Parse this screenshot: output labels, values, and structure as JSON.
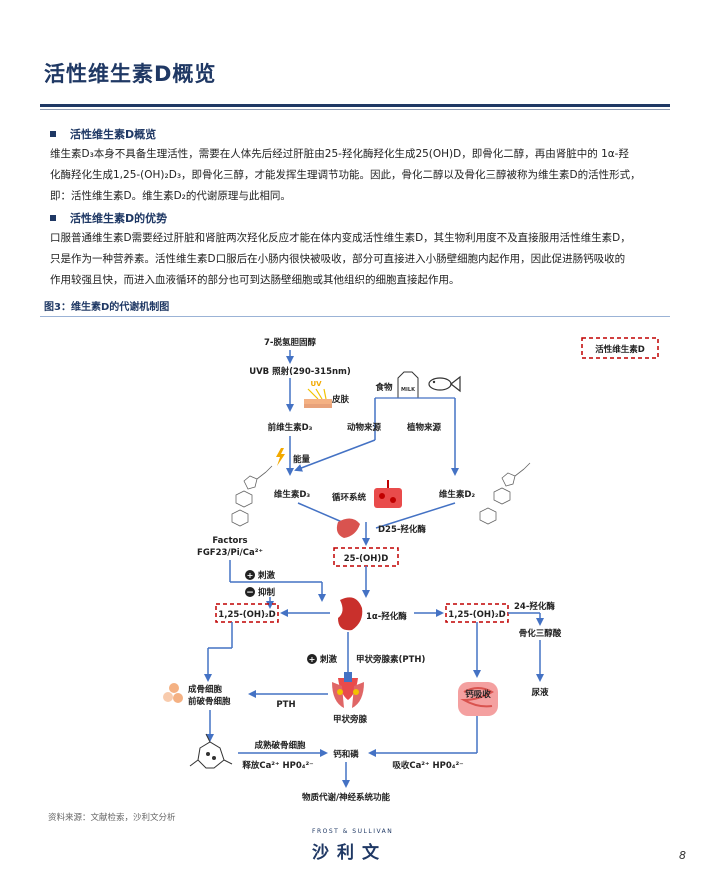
{
  "header": {
    "title": "活性维生素D概览"
  },
  "sections": [
    {
      "heading": "活性维生素D概览",
      "lines": [
        "维生素D₃本身不具备生理活性，需要在人体先后经过肝脏由25-羟化酶羟化生成25(OH)D，即骨化二醇，再由肾脏中的 1α-羟",
        "化酶羟化生成1,25-(OH)₂D₃，即骨化三醇，才能发挥生理调节功能。因此，骨化二醇以及骨化三醇被称为维生素D的活性形式，",
        "即：活性维生素D。维生素D₂的代谢原理与此相同。"
      ]
    },
    {
      "heading": "活性维生素D的优势",
      "lines": [
        "口服普通维生素D需要经过肝脏和肾脏两次羟化反应才能在体内变成活性维生素D，其生物利用度不及直接服用活性维生素D，",
        "只是作为一种营养素。活性维生素D口服后在小肠内很快被吸收，部分可直接进入小肠壁细胞内起作用，因此促进肠钙吸收的",
        "作用较强且快，而进入血液循环的部分也可到达肠壁细胞或其他组织的细胞直接起作用。"
      ]
    }
  ],
  "figure": {
    "caption": "图3：维生素D的代谢机制图",
    "legend": "活性维生素D",
    "labels": {
      "dehydro": "7-脱氢胆固醇",
      "uvb": "UVB 照射(290-315nm)",
      "uv": "UV",
      "skin": "皮肤",
      "food": "食物",
      "milk": "MILK",
      "pre_d3": "前维生素D₃",
      "animal": "动物来源",
      "plant": "植物来源",
      "energy": "能量",
      "d3": "维生素D₃",
      "circulation": "循环系统",
      "d2": "维生素D₂",
      "factors": "Factors",
      "fgf": "FGF23/Pi/Ca²⁺",
      "d25": "D25-羟化酶",
      "oh25": "25-(OH)D",
      "stimulate": "刺激",
      "inhibit": "抑制",
      "oh125_left": "1,25-(OH)₂D",
      "alpha": "1α-羟化酶",
      "oh125_right": "1,25-(OH)₂D",
      "h24": "24-羟化酶",
      "calcitroic": "骨化三醇酸",
      "pth_stim": "刺激",
      "pth": "甲状旁腺素(PTH)",
      "osteo": "成骨细胞",
      "preosteo": "前破骨细胞",
      "pth_short": "PTH",
      "parathyroid": "甲状旁腺",
      "ca_absorb": "钙吸收",
      "urine": "尿液",
      "mature": "成熟破骨细胞",
      "release": "释放Ca²⁺ HP0₄²⁻",
      "ca_p": "钙和磷",
      "absorb": "吸收Ca²⁺ HP0₄²⁻",
      "metabolism": "物质代谢/神经系统功能"
    }
  },
  "colors": {
    "navy": "#1f3864",
    "arrow": "#4472c4",
    "red_dash": "#c00000"
  },
  "footer": {
    "source": "资料来源：文献检索，沙利文分析",
    "brand_sub": "FROST & SULLIVAN",
    "brand": "沙利文",
    "page_number": "8"
  }
}
